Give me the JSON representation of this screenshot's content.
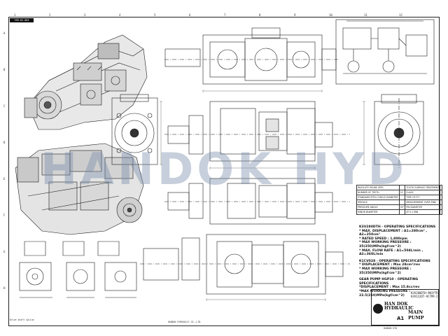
{
  "watermark": {
    "text": "HANDOK HYD"
  },
  "drawing_id": "YSM-02-003",
  "zones": {
    "top": [
      "1",
      "2",
      "3",
      "4",
      "5",
      "6",
      "7",
      "8",
      "9",
      "10",
      "11",
      "12"
    ],
    "side": [
      "A",
      "B",
      "C",
      "D",
      "E",
      "F",
      "G",
      "H"
    ]
  },
  "spec_sections": [
    {
      "heading": "K3V280DTH - OPERATING SPECIFICATIONS",
      "lines": [
        "* MAX. DISPLACEMENT : A1=280cm³ , A2=250cm³",
        "* RATED SPEED : 1,800rpm",
        "* MAX WORKING PRESSURE : 35(350)MPa(kgf/cm^2)",
        "* MAX. FLOW RATE : A1=504L/min , A2=360L/min"
      ]
    },
    {
      "heading": "K1CV028 - OPERATING SPECIFICATIONS",
      "lines": [
        "* DISPLACEMENT : Max 28cm³/rev",
        "* MAX WORKING PRESSURE : 35(350)MPa(kgf/cm^2)"
      ]
    },
    {
      "heading": "GEAR PUMP HGP10 - OPERATING SPECIFICATIONS",
      "lines": [
        "*DISPLACEMENT : Max 15.8cc/rev",
        "*MAX WORKING PRESSURE : 22.5(210)MPa(kgf/cm^2)"
      ]
    }
  ],
  "title_block": {
    "company_line1": "HAN DOK",
    "company_line2": "HYDRAULIC",
    "title": "MAIN PUMP",
    "code_line1": "K3V280DTH-9N1YTR",
    "code_line2": "K3V112DT-9C7PR-2",
    "sheet_no": "A1"
  },
  "spline_table": {
    "rows": [
      [
        "INVOLUTE SPLINE  SPEC",
        "",
        "TOOTH SURFACE  TREATMENT",
        ""
      ],
      [
        "NUMBER OF TEETH",
        "21",
        "CLASS",
        ""
      ],
      [
        "STANDARD PITCH CIRCLE DIAMETER",
        "",
        "TYPE OF FIT",
        ""
      ],
      [
        "MODULE",
        "",
        "MEASUREMENT OVER PINS",
        ""
      ],
      [
        "PRESSURE ANGLE",
        "30°",
        "PIN DIAMETER",
        ""
      ],
      [
        "MINOR DIAMETER",
        "",
        "AT 0.1 MIN",
        ""
      ]
    ]
  },
  "notes": {
    "bottom_left": "Drive shaft spline",
    "bottom_center": "HANDOK HYDRAULIC CO.,LTD.",
    "bottom_right": "HANDOK HYD"
  },
  "colors": {
    "line": "#1a1a1a",
    "watermark": "#7a8caa",
    "paper": "#ffffff"
  }
}
